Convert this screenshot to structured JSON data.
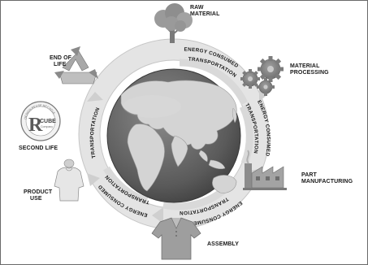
{
  "stages": {
    "raw_material": [
      "RAW",
      "MATERIAL"
    ],
    "material_processing": [
      "MATERIAL",
      "PROCESSING"
    ],
    "part_manufacturing": [
      "PART",
      "MANUFACTURING"
    ],
    "assembly": [
      "ASSEMBLY"
    ],
    "product_use": [
      "PRODUCT",
      "USE"
    ],
    "second_life": [
      "SECOND LIFE"
    ],
    "end_of_life": [
      "END OF",
      "LIFE"
    ]
  },
  "arrow_labels": {
    "energy_top": "ENERGY CONSUMED",
    "transport_top": "TRANSPORTATION",
    "energy_right": "ENERGY CONSUMED",
    "transport_right": "TRANSPORTATION",
    "transport_bottom": "TRANSPORTATION",
    "energy_bottom": "ENERGY CONSUMED",
    "transport_bottom_left": "TRANSPORTATION",
    "energy_bottom_left": "ENERGY CONSUMED",
    "transport_left": "TRANSPORTATION"
  },
  "logo": {
    "letter": "R",
    "word": "CUBE",
    "small": "Company",
    "ring_text": "DESIGN REUSE RECYCLE"
  },
  "colors": {
    "globe_ocean": "#5f5f5f",
    "globe_land": "#d2d2d2",
    "arrow_fill": "#e3e3e3",
    "arrow_edge": "#b5b5b5"
  }
}
